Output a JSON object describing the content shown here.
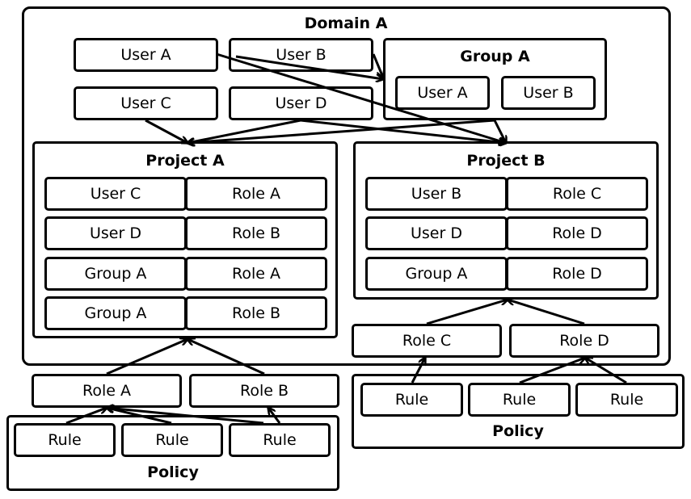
{
  "domain": {
    "title": "Domain A"
  },
  "users": {
    "a": "User A",
    "b": "User B",
    "c": "User C",
    "d": "User D"
  },
  "group_a": {
    "title": "Group A",
    "members": [
      "User A",
      "User B"
    ]
  },
  "project_a": {
    "title": "Project A",
    "rows": [
      {
        "subject": "User C",
        "role": "Role A"
      },
      {
        "subject": "User D",
        "role": "Role B"
      },
      {
        "subject": "Group A",
        "role": "Role A"
      },
      {
        "subject": "Group A",
        "role": "Role B"
      }
    ]
  },
  "project_b": {
    "title": "Project B",
    "rows": [
      {
        "subject": "User B",
        "role": "Role C"
      },
      {
        "subject": "User D",
        "role": "Role D"
      },
      {
        "subject": "Group A",
        "role": "Role D"
      }
    ]
  },
  "roles_a": [
    "Role A",
    "Role B"
  ],
  "roles_b": [
    "Role C",
    "Role D"
  ],
  "policy_a": {
    "title": "Policy",
    "rules": [
      "Rule",
      "Rule",
      "Rule"
    ]
  },
  "policy_b": {
    "title": "Policy",
    "rules": [
      "Rule",
      "Rule",
      "Rule"
    ]
  }
}
